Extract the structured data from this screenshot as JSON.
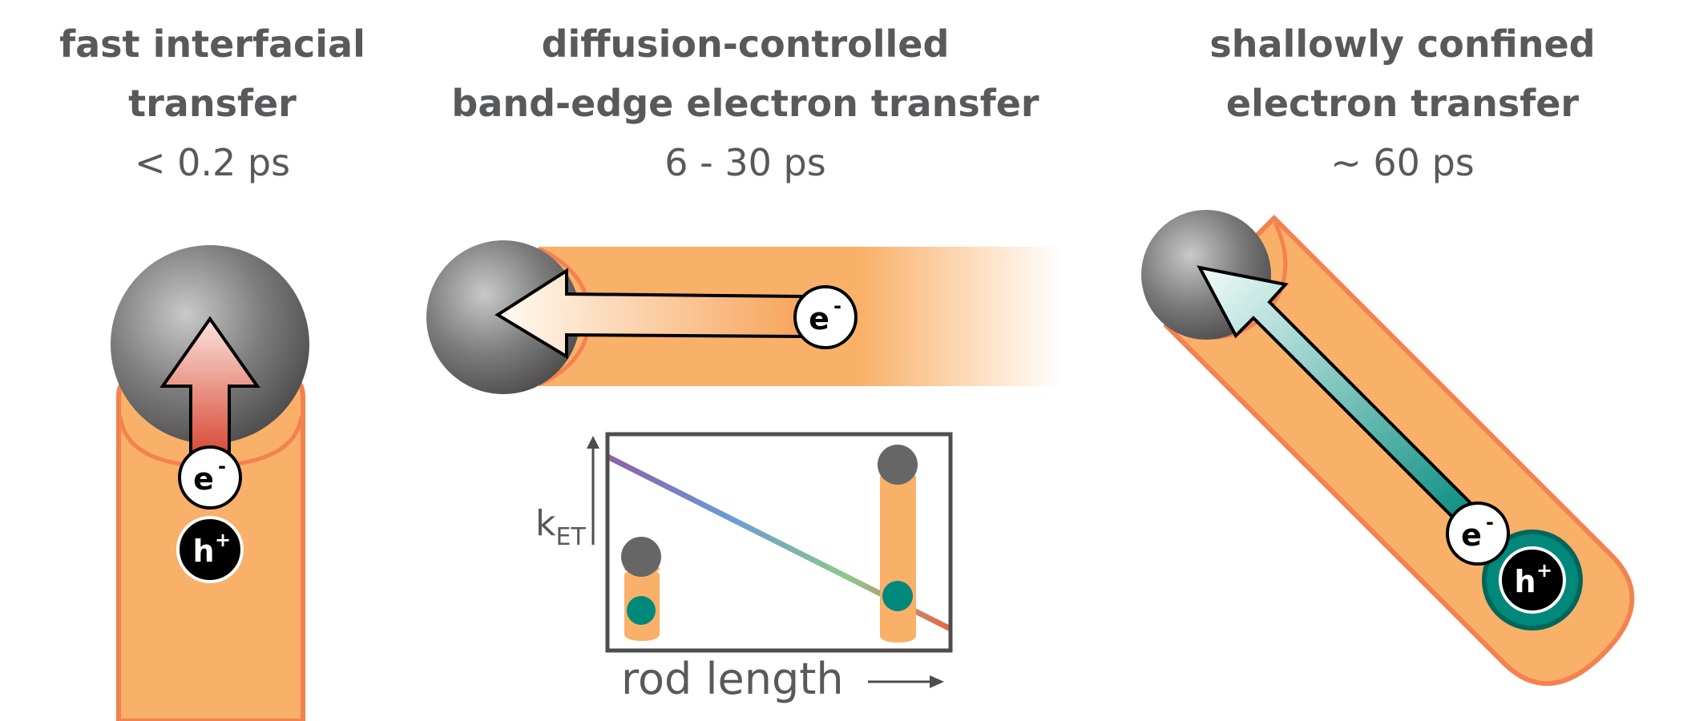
{
  "panels": [
    {
      "title_line1": "fast interfacial",
      "title_line2": "transfer",
      "time": "< 0.2 ps"
    },
    {
      "title_line1": "diffusion-controlled",
      "title_line2": "band-edge electron transfer",
      "time": "6 - 30 ps"
    },
    {
      "title_line1": "shallowly confined",
      "title_line2": "electron transfer",
      "time": "~ 60 ps"
    }
  ],
  "labels": {
    "electron": "e",
    "electron_charge": "-",
    "hole": "h",
    "hole_charge": "+"
  },
  "inset": {
    "ylabel_main": "k",
    "ylabel_sub": "ET",
    "xlabel": "rod length"
  },
  "colors": {
    "rod_fill": "#f9b068",
    "rod_edge": "#f48150",
    "sphere_dark": "#4d4d4d",
    "sphere_light": "#c9c9c9",
    "hole_green": "#00897b",
    "text_gray": "#58595b"
  }
}
